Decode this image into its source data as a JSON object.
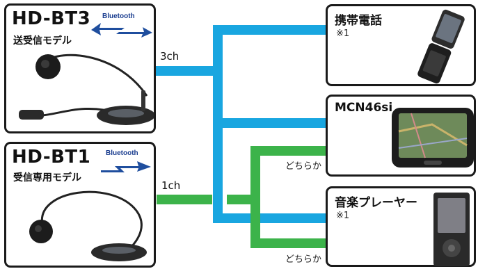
{
  "headsets": [
    {
      "title": "HD-BT3",
      "subtitle": "送受信モデル",
      "bluetooth": "Bluetooth",
      "direction": "bidirectional",
      "channel": "3ch"
    },
    {
      "title": "HD-BT1",
      "subtitle": "受信専用モデル",
      "bluetooth": "Bluetooth",
      "direction": "one-way",
      "channel": "1ch"
    }
  ],
  "devices": [
    {
      "name": "携帯電話",
      "note": "※1",
      "icon": "flip-phone-icon"
    },
    {
      "name": "MCN46si",
      "note": "",
      "icon": "car-navigation-icon"
    },
    {
      "name": "音楽プレーヤー",
      "note": "※1",
      "icon": "music-player-icon"
    }
  ],
  "either_labels": [
    "どちらか",
    "どちらか"
  ],
  "colors": {
    "channel3": "#19a6e0",
    "channel1": "#3cb34a",
    "border": "#1a1a1a",
    "bluetooth_arrow": "#1f4e9e"
  }
}
